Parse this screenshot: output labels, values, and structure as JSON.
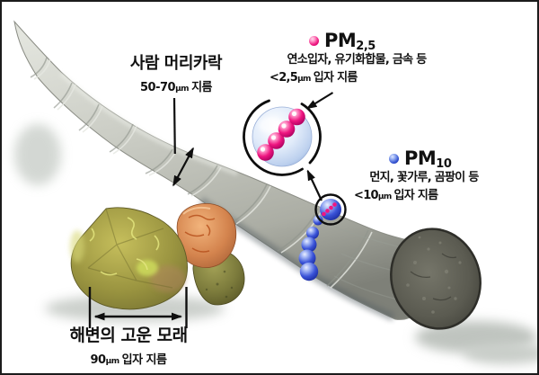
{
  "figure": {
    "hair": {
      "title": "사람 머리카락",
      "size_value": "50-70",
      "size_unit": "µm",
      "size_label": "지름"
    },
    "sand": {
      "title": "해변의 고운 모래",
      "size_value": "90",
      "size_unit": "µm",
      "size_label": "입자 지름"
    },
    "pm25": {
      "name": "PM",
      "name_sub": "2,5",
      "description": "연소입자, 유기화합물, 금속 등",
      "size_value": "<2,5",
      "size_unit": "µm",
      "size_label": "입자 지름",
      "dot_color": "#ef1780"
    },
    "pm10": {
      "name": "PM",
      "name_sub": "10",
      "description": "먼지, 꽃가루, 곰팡이 등",
      "size_value": "<10",
      "size_unit": "µm",
      "size_label": "입자 지름",
      "dot_color": "#2b46c4"
    }
  }
}
